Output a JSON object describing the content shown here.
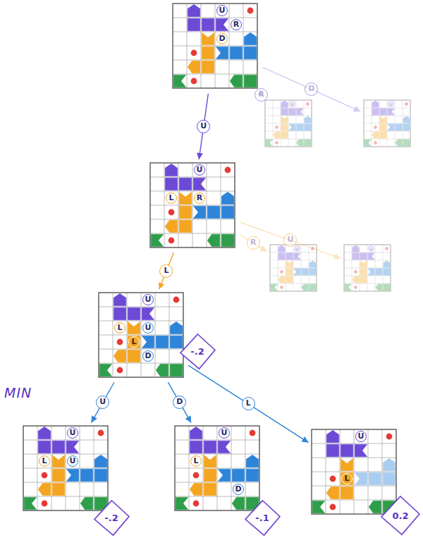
{
  "diagram": {
    "nodes": [
      {
        "text": [
          "U",
          "R",
          "D"
        ]
      },
      {
        "text": [
          "U"
        ]
      },
      {
        "text": [
          "U"
        ]
      },
      {
        "text": [
          "U",
          "L",
          "R"
        ]
      },
      {
        "text": [
          "U"
        ]
      },
      {
        "text": [
          "U"
        ]
      },
      {
        "text": [
          "U",
          "L",
          "U",
          "L",
          "D"
        ]
      },
      {
        "text": [
          "-.2"
        ]
      },
      {
        "text": [
          "U",
          "L",
          "U"
        ]
      },
      {
        "text": [
          "U",
          "L",
          "D"
        ]
      },
      {
        "text": [
          "U",
          "L"
        ]
      },
      {
        "text": [
          "-.2"
        ]
      },
      {
        "text": [
          "-.1"
        ]
      },
      {
        "text": [
          "0.2"
        ]
      }
    ],
    "edges": [
      {
        "from": 0,
        "to": 1,
        "label": "R",
        "arrow": "to"
      },
      {
        "from": 0,
        "to": 2,
        "label": "D",
        "arrow": "to"
      },
      {
        "from": 0,
        "to": 3,
        "label": "U",
        "arrow": "to"
      },
      {
        "from": 3,
        "to": 4,
        "label": "R",
        "arrow": "to"
      },
      {
        "from": 3,
        "to": 5,
        "label": "U",
        "arrow": "to"
      },
      {
        "from": 3,
        "to": 6,
        "label": "L",
        "arrow": "to"
      },
      {
        "from": 6,
        "to": 8,
        "label": "U",
        "arrow": "to"
      },
      {
        "from": 6,
        "to": 9,
        "label": "D",
        "arrow": "to"
      },
      {
        "from": 6,
        "to": 10,
        "label": "L",
        "arrow": "to"
      }
    ],
    "labels": [
      "MIN"
    ]
  }
}
